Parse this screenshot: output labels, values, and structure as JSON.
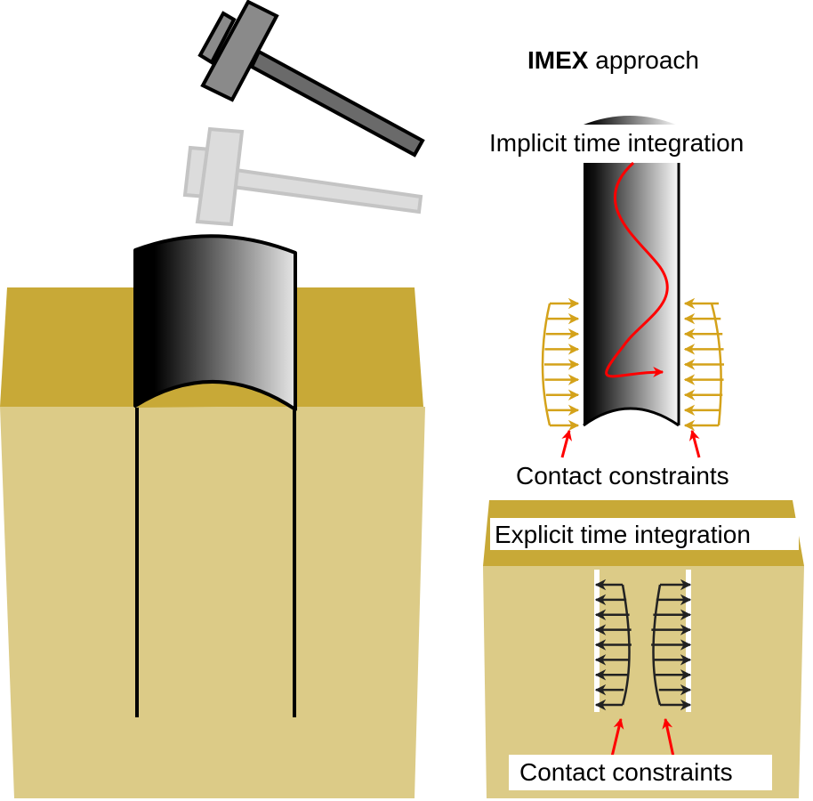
{
  "title": {
    "bold": "IMEX",
    "rest": " approach"
  },
  "implicit_label": "Implicit time integration",
  "explicit_label": "Explicit time integration",
  "contact_label_top": "Contact constraints",
  "contact_label_bottom": "Contact constraints",
  "colors": {
    "ground_top": "#c8a937",
    "ground_front": "#dccb87",
    "hammer_dark": "#8a8a8a",
    "hammer_dark_handle": "#6a6a6a",
    "hammer_ghost": "#dcdcdc",
    "hammer_ghost_stroke": "#c4c4c4",
    "contact_arrow_gold": "#d4a21a",
    "contact_arrow_dark": "#222222",
    "wave_arrow": "#ff0000",
    "pointer_arrow": "#ff0000"
  },
  "icons": {
    "hammer": "hammer-icon",
    "ghost_hammer": "hammer-ghost-icon",
    "pile": "pile-icon",
    "wave": "wave-arrow-icon"
  }
}
